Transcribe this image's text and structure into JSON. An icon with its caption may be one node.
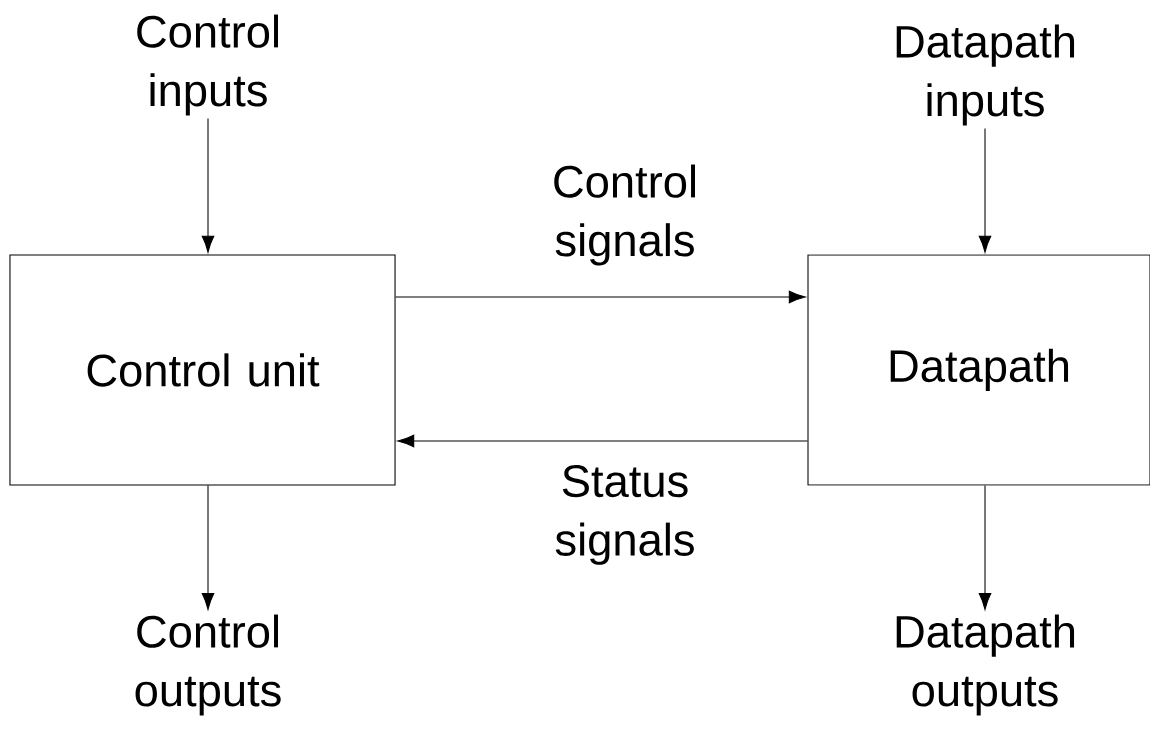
{
  "diagram": {
    "nodes": [
      {
        "text": [
          "Control inputs"
        ]
      },
      {
        "text": [
          "Datapath inputs"
        ]
      },
      {
        "text": [
          "Control unit"
        ]
      },
      {
        "text": [
          "Datapath"
        ]
      },
      {
        "text": [
          "Control outputs"
        ]
      },
      {
        "text": [
          "Datapath outputs"
        ]
      }
    ],
    "edges": [
      {
        "from": 0,
        "to": 2,
        "arrow": "to"
      },
      {
        "from": 1,
        "to": 3,
        "arrow": "to"
      },
      {
        "from": 2,
        "to": 3,
        "arrow": "to",
        "label": "Control signals"
      },
      {
        "from": 3,
        "to": 2,
        "arrow": "to",
        "label": "Status signals"
      },
      {
        "from": 2,
        "to": 4,
        "arrow": "to"
      },
      {
        "from": 3,
        "to": 5,
        "arrow": "to"
      }
    ]
  }
}
